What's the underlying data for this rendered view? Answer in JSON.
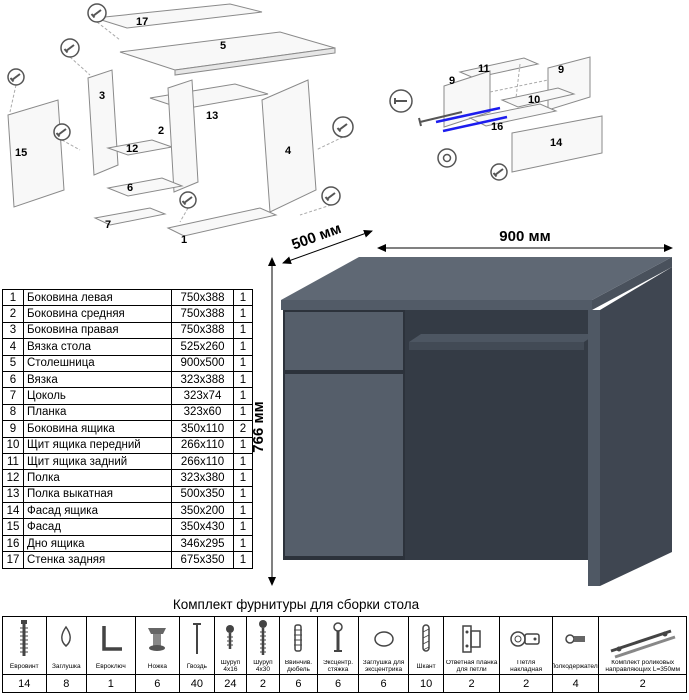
{
  "diagram_left": {
    "labels": [
      "17",
      "5",
      "3",
      "13",
      "12",
      "2",
      "6",
      "7",
      "15",
      "4",
      "1"
    ]
  },
  "diagram_right": {
    "labels": [
      "11",
      "9",
      "10",
      "9",
      "16",
      "14"
    ]
  },
  "desk": {
    "dim_width": "900 мм",
    "dim_depth": "500 мм",
    "dim_height": "766 мм"
  },
  "colors": {
    "desk_top": "#5f6874",
    "desk_front_edge": "#525b67",
    "desk_right_edge": "#49515c",
    "desk_front": "#555e6a",
    "desk_side": "#3f4651",
    "desk_interior": "#343b45",
    "desk_tray": "#4d5662",
    "desk_tray_edge": "#424a55",
    "desk_gap": "#2c323b",
    "accent_blue": "#1c1cee"
  },
  "parts_table": {
    "rows": [
      {
        "num": "1",
        "name": "Боковина левая",
        "size": "750x388",
        "qty": "1"
      },
      {
        "num": "2",
        "name": "Боковина средняя",
        "size": "750x388",
        "qty": "1"
      },
      {
        "num": "3",
        "name": "Боковина правая",
        "size": "750x388",
        "qty": "1"
      },
      {
        "num": "4",
        "name": "Вязка стола",
        "size": "525x260",
        "qty": "1"
      },
      {
        "num": "5",
        "name": "Столешница",
        "size": "900x500",
        "qty": "1"
      },
      {
        "num": "6",
        "name": "Вязка",
        "size": "323x388",
        "qty": "1"
      },
      {
        "num": "7",
        "name": "Цоколь",
        "size": "323x74",
        "qty": "1"
      },
      {
        "num": "8",
        "name": "Планка",
        "size": "323x60",
        "qty": "1"
      },
      {
        "num": "9",
        "name": "Боковина ящика",
        "size": "350x110",
        "qty": "2"
      },
      {
        "num": "10",
        "name": "Щит ящика передний",
        "size": "266x110",
        "qty": "1"
      },
      {
        "num": "11",
        "name": "Щит ящика задний",
        "size": "266x110",
        "qty": "1"
      },
      {
        "num": "12",
        "name": "Полка",
        "size": "323x380",
        "qty": "1"
      },
      {
        "num": "13",
        "name": "Полка выкатная",
        "size": "500x350",
        "qty": "1"
      },
      {
        "num": "14",
        "name": "Фасад ящика",
        "size": "350x200",
        "qty": "1"
      },
      {
        "num": "15",
        "name": "Фасад",
        "size": "350x430",
        "qty": "1"
      },
      {
        "num": "16",
        "name": "Дно ящика",
        "size": "346x295",
        "qty": "1"
      },
      {
        "num": "17",
        "name": "Стенка задняя",
        "size": "675x350",
        "qty": "1"
      }
    ]
  },
  "hardware": {
    "title": "Комплект фурнитуры для сборки стола",
    "items": [
      {
        "name": "Евровинт",
        "qty": "14",
        "icon": "confirmat-icon"
      },
      {
        "name": "Заглушка",
        "qty": "8",
        "icon": "cap-icon"
      },
      {
        "name": "Евроключ",
        "qty": "1",
        "icon": "hex-key-icon"
      },
      {
        "name": "Ножка",
        "qty": "6",
        "icon": "leg-icon"
      },
      {
        "name": "Гвоздь",
        "qty": "40",
        "icon": "nail-icon"
      },
      {
        "name": "Шуруп 4x16",
        "qty": "24",
        "icon": "screw-4x16-icon"
      },
      {
        "name": "Шуруп 4x30",
        "qty": "2",
        "icon": "screw-4x30-icon"
      },
      {
        "name": "Ввинчив. дюбель",
        "qty": "6",
        "icon": "screw-dowel-icon"
      },
      {
        "name": "Эксцентр. стяжка",
        "qty": "6",
        "icon": "cam-bolt-icon"
      },
      {
        "name": "Заглушка для эксцентрика",
        "qty": "6",
        "icon": "cam-cap-icon"
      },
      {
        "name": "Шкант",
        "qty": "10",
        "icon": "dowel-icon"
      },
      {
        "name": "Ответная планка для петли",
        "qty": "2",
        "icon": "hinge-plate-icon"
      },
      {
        "name": "Петля накладная",
        "qty": "2",
        "icon": "hinge-icon"
      },
      {
        "name": "Полкодержатель",
        "qty": "4",
        "icon": "shelf-support-icon"
      },
      {
        "name": "Комплект роликовых направляющих L=350мм",
        "qty": "2",
        "icon": "roller-guides-icon"
      }
    ]
  }
}
